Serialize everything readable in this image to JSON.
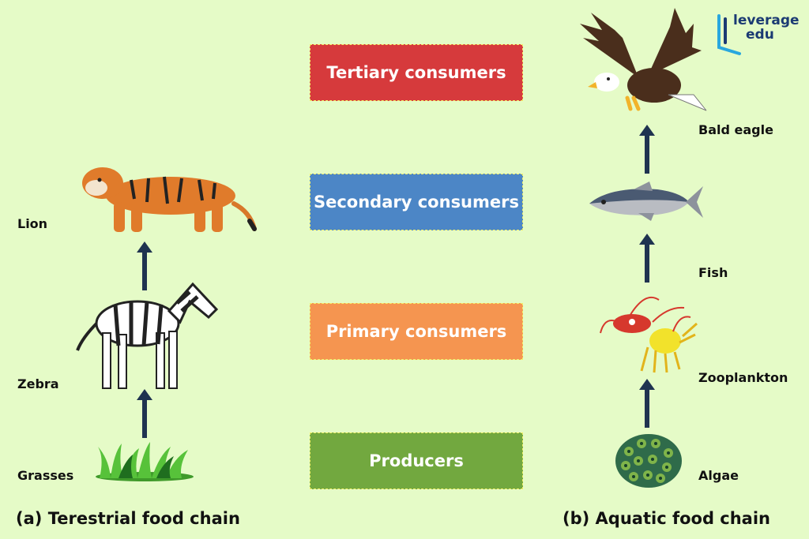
{
  "logo": {
    "line1": "leverage",
    "line2": "edu"
  },
  "levels": [
    {
      "label": "Tertiary consumers",
      "color": "#d63a3c"
    },
    {
      "label": "Secondary consumers",
      "color": "#4c86c6"
    },
    {
      "label": "Primary consumers",
      "color": "#f59550"
    },
    {
      "label": "Producers",
      "color": "#72a83f"
    }
  ],
  "terrestrial": {
    "prefix": "(a)",
    "title": "Terestrial food chain",
    "organisms": [
      "Grasses",
      "Zebra",
      "Lion"
    ]
  },
  "aquatic": {
    "prefix": "(b)",
    "title": "Aquatic food chain",
    "organisms": [
      "Algae",
      "Zooplankton",
      "Fish",
      "Bald eagle"
    ]
  },
  "arrow_color": "#1f3350"
}
